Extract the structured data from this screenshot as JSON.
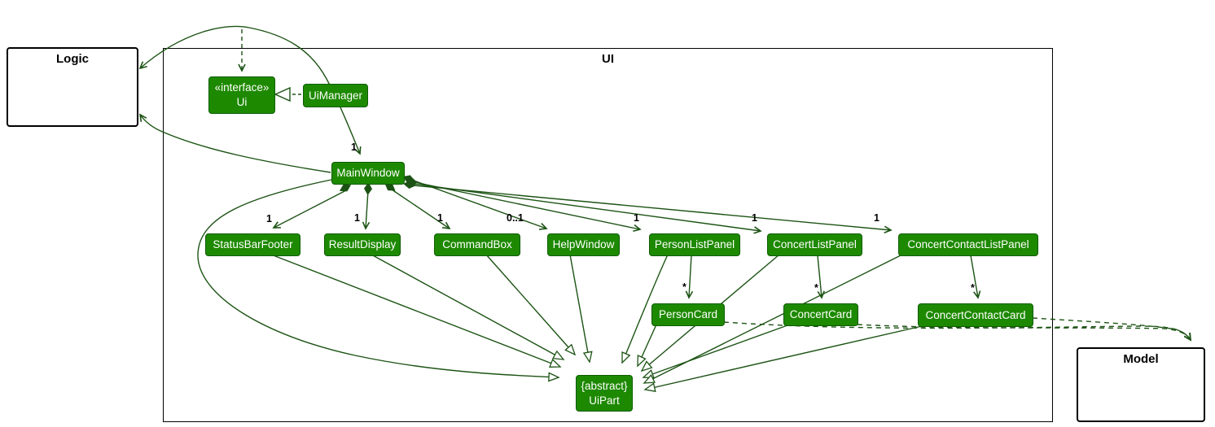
{
  "containers": {
    "logic": {
      "title": "Logic"
    },
    "ui": {
      "title": "UI"
    },
    "model": {
      "title": "Model"
    }
  },
  "classes": {
    "interface_ui": {
      "stereotype": "«interface»",
      "name": "Ui"
    },
    "uimanager": {
      "name": "UiManager"
    },
    "mainwindow": {
      "name": "MainWindow"
    },
    "statusbarfooter": {
      "name": "StatusBarFooter"
    },
    "resultdisplay": {
      "name": "ResultDisplay"
    },
    "commandbox": {
      "name": "CommandBox"
    },
    "helpwindow": {
      "name": "HelpWindow"
    },
    "personlistpanel": {
      "name": "PersonListPanel"
    },
    "concertlistpanel": {
      "name": "ConcertListPanel"
    },
    "concertcontactlistpanel": {
      "name": "ConcertContactListPanel"
    },
    "personcard": {
      "name": "PersonCard"
    },
    "concertcard": {
      "name": "ConcertCard"
    },
    "concertcontactcard": {
      "name": "ConcertContactCard"
    },
    "uipart": {
      "stereotype": "{abstract}",
      "name": "UiPart"
    }
  },
  "multiplicities": {
    "uimanager_mainwindow": "1",
    "mainwindow_statusbarfooter": "1",
    "mainwindow_resultdisplay": "1",
    "mainwindow_commandbox": "1",
    "mainwindow_helpwindow": "0..1",
    "mainwindow_personlistpanel": "1",
    "mainwindow_concertlistpanel": "1",
    "mainwindow_concertcontactlistpanel": "1",
    "personlistpanel_personcard": "*",
    "concertlistpanel_concertcard": "*",
    "concertcontactlistpanel_concertcontactcard": "*"
  },
  "colors": {
    "class_fill": "#1D8900",
    "class_border": "#0E5D00",
    "edge": "#1C5314",
    "class_text": "#FFFFFF",
    "container_border": "#000000"
  }
}
